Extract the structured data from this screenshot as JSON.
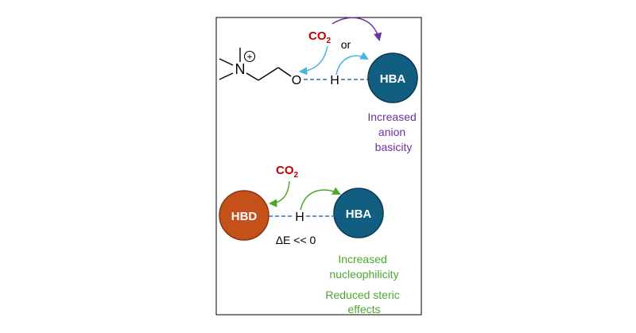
{
  "top_panel": {
    "co2": {
      "main": "CO",
      "sub": "2"
    },
    "or_label": "or",
    "atom_n": "N",
    "charge": "+",
    "atom_o": "O",
    "atom_h": "H",
    "hba_label": "HBA",
    "effect_lines": [
      "Increased",
      "anion",
      "basicity"
    ]
  },
  "bottom_panel": {
    "co2": {
      "main": "CO",
      "sub": "2"
    },
    "hbd_label": "HBD",
    "atom_h": "H",
    "hba_label": "HBA",
    "energy_label": "ΔE << 0",
    "effect1_lines": [
      "Increased",
      "nucleophilicity"
    ],
    "effect2_lines": [
      "Reduced steric",
      "effects"
    ]
  },
  "colors": {
    "hba": "#115e80",
    "hbd": "#c4511a",
    "co2": "#c00000",
    "cyan_arrow": "#4bb3e3",
    "purple": "#7030a0",
    "green": "#4ea72e",
    "bond_dash": "#2f6fb0",
    "frame": "#000000"
  }
}
